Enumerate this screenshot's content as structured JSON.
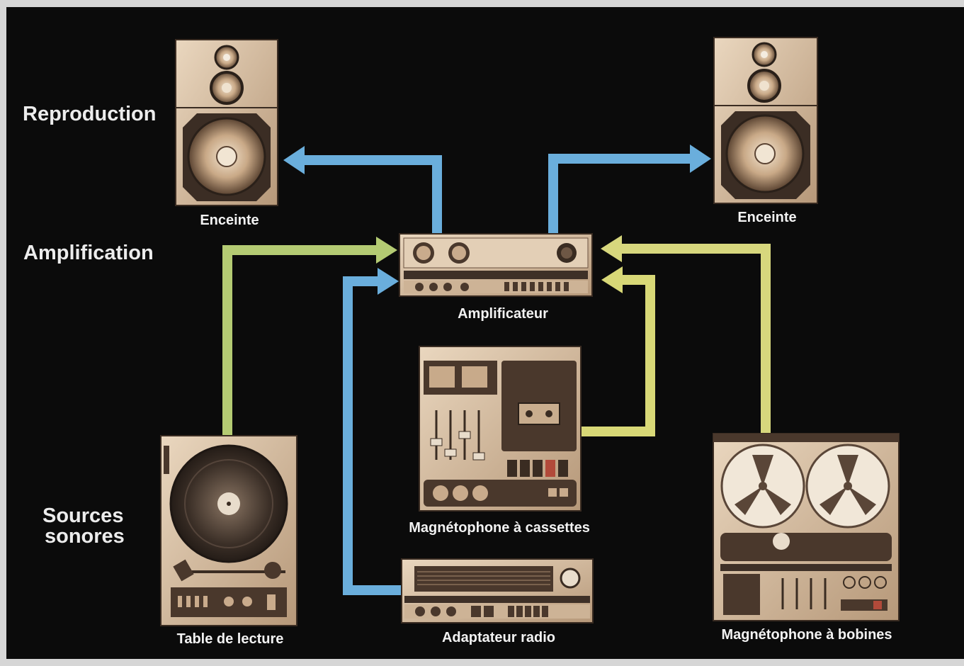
{
  "sections": {
    "reproduction": "Reproduction",
    "amplification": "Amplification",
    "sources_line1": "Sources",
    "sources_line2": "sonores"
  },
  "devices": {
    "speaker_left": "Enceinte",
    "speaker_right": "Enceinte",
    "amplifier": "Amplificateur",
    "cassette_deck": "Magnétophone à cassettes",
    "turntable": "Table de lecture",
    "radio_tuner": "Adaptateur radio",
    "reel_to_reel": "Magnétophone à bobines"
  },
  "colors": {
    "background": "#0b0b0b",
    "output_arrow": "#6aaedc",
    "tuner_arrow": "#6aaedc",
    "turntable_arrow": "#b4cb73",
    "cassette_arrow": "#d8d877",
    "reel_arrow": "#d7d77d",
    "device_body": "#dcc6ad"
  }
}
